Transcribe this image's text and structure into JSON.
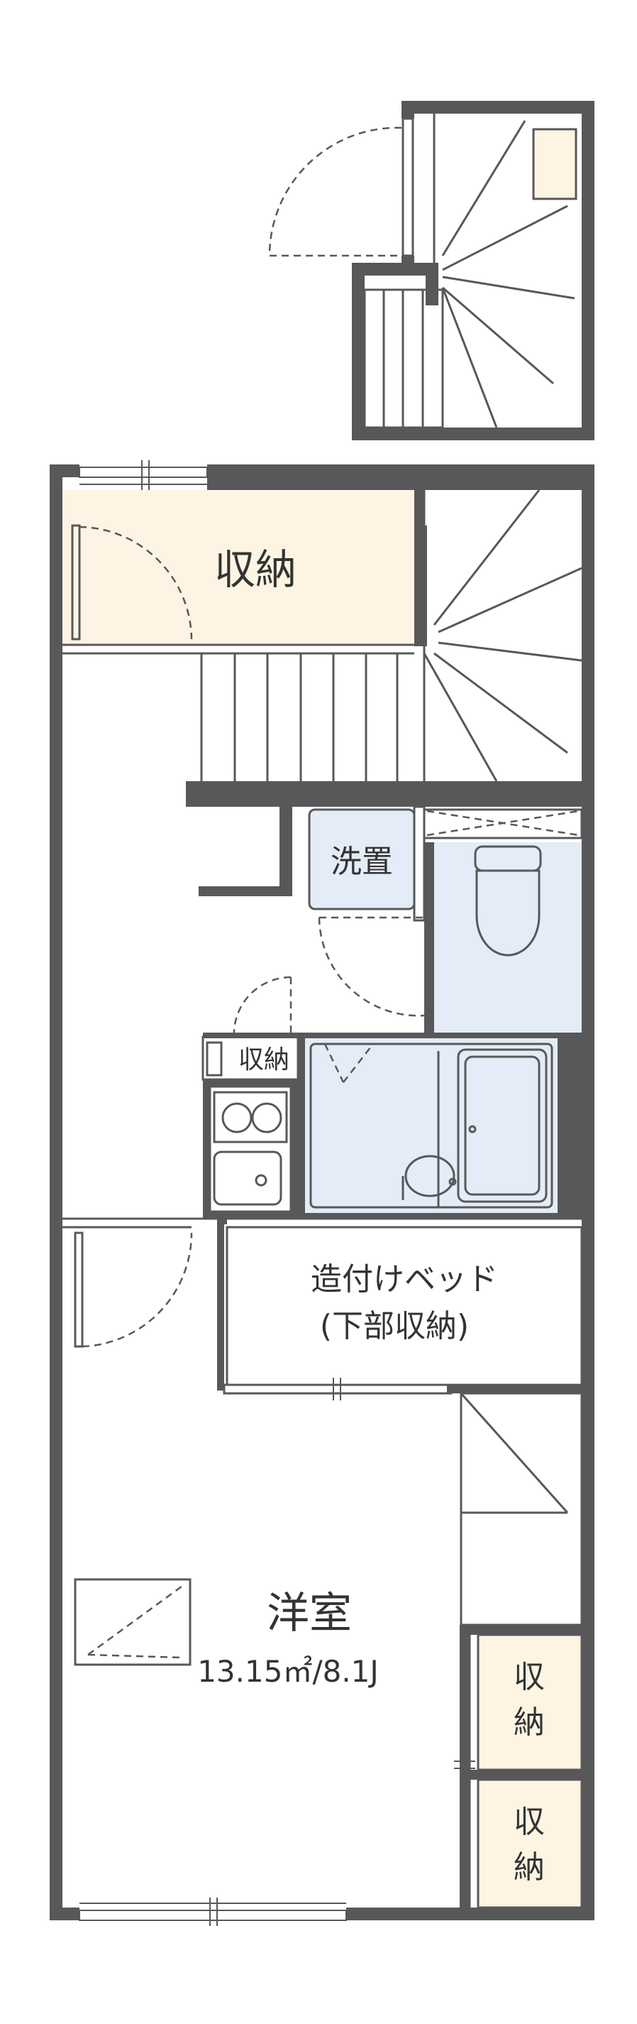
{
  "floor_plan": {
    "rooms": {
      "storage_top": "収納",
      "washer": "洗置",
      "kitchen_storage": "収納",
      "built_in_bed_line1": "造付けベッド",
      "built_in_bed_line2": "(下部収納)",
      "western_room": "洋室",
      "western_room_area": "13.15㎡/8.1J",
      "closet_1_line1": "収",
      "closet_1_line2": "納",
      "closet_2_line1": "収",
      "closet_2_line2": "納"
    },
    "colors": {
      "wall": "#58585a",
      "wet_area": "#e3ecf7",
      "storage": "#fdf4e3",
      "floor": "#ffffff"
    }
  }
}
